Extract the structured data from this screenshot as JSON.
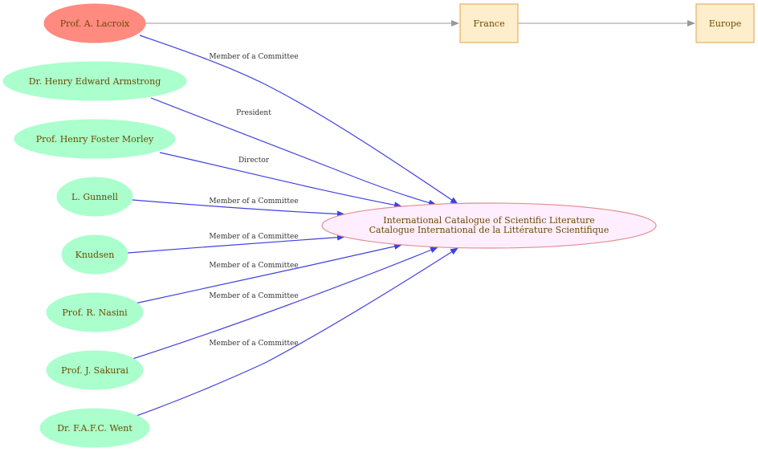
{
  "colors": {
    "person_focus_fill": "#ff8a80",
    "person_fill": "#aaffcc",
    "place_fill": "#ffeecc",
    "place_stroke": "#e6b060",
    "org_fill": "#ffeeff",
    "org_stroke": "#e09090",
    "membership_edge": "#4040e0",
    "location_edge": "#999999",
    "label_text": "#6b4a00"
  },
  "nodes": {
    "lacroix": "Prof. A. Lacroix",
    "armstrong": "Dr. Henry Edward Armstrong",
    "morley": "Prof. Henry Foster Morley",
    "gunnell": "L. Gunnell",
    "knudsen": "Knudsen",
    "nasini": "Prof. R. Nasini",
    "sakurai": "Prof. J. Sakurai",
    "went": "Dr. F.A.F.C. Went",
    "france": "France",
    "europe": "Europe",
    "catalogue_line1": "International Catalogue of Scientific Literature",
    "catalogue_line2": "Catalogue International de la Littérature Scientifique"
  },
  "edges": {
    "lacroix": "Member of a Committee",
    "armstrong": "President",
    "morley": "Director",
    "gunnell": "Member of a Committee",
    "knudsen": "Member of a Committee",
    "nasini": "Member of a Committee",
    "sakurai": "Member of a Committee",
    "went": "Member of a Committee"
  }
}
